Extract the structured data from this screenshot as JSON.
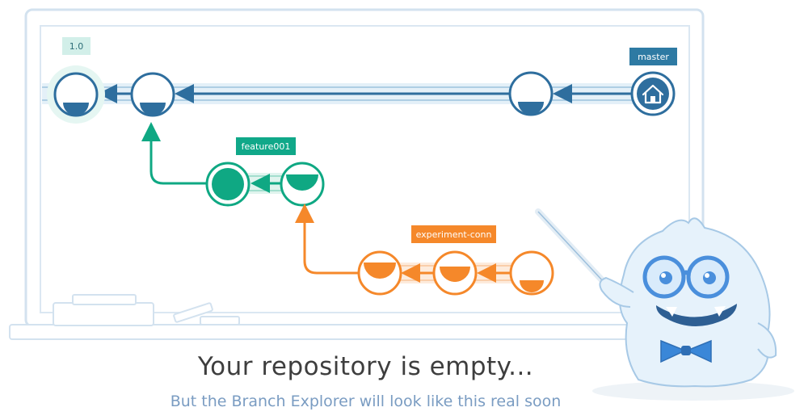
{
  "labels": {
    "tag": "1.0",
    "main_branch": "master",
    "feature_branch": "feature001",
    "experiment_branch": "experiment-conn"
  },
  "message": {
    "title": "Your repository is empty...",
    "subtitle": "But the Branch Explorer will look like this real soon"
  },
  "colors": {
    "board_border": "#c8daea",
    "main_branch": "#2e6e9e",
    "feature_branch": "#0fa883",
    "experiment_branch": "#f5882a",
    "tag": "#d2efe9",
    "mascot": "#e6f2fb",
    "glasses": "#4a8fdc",
    "bowtie": "#3a87d8"
  },
  "icons": {
    "head_changeset": "home-icon",
    "mascot": "yeti-mascot"
  }
}
